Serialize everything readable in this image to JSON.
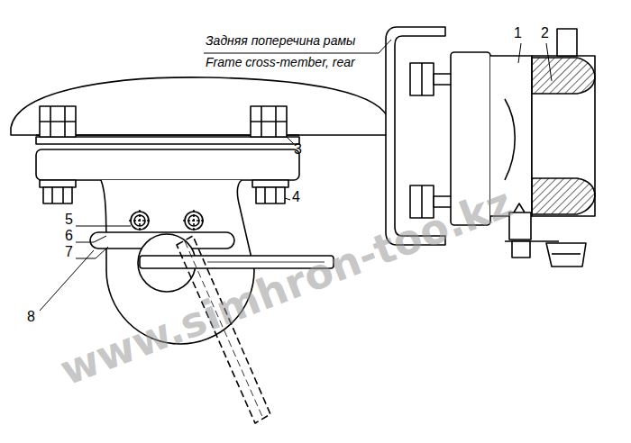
{
  "diagram": {
    "labels": [
      "Задняя поперечина рамы",
      "Frame cross-member, rear",
      "1",
      "2",
      "3",
      "4",
      "5",
      "6",
      "7",
      "8",
      "www.simhron-too.kz"
    ]
  }
}
